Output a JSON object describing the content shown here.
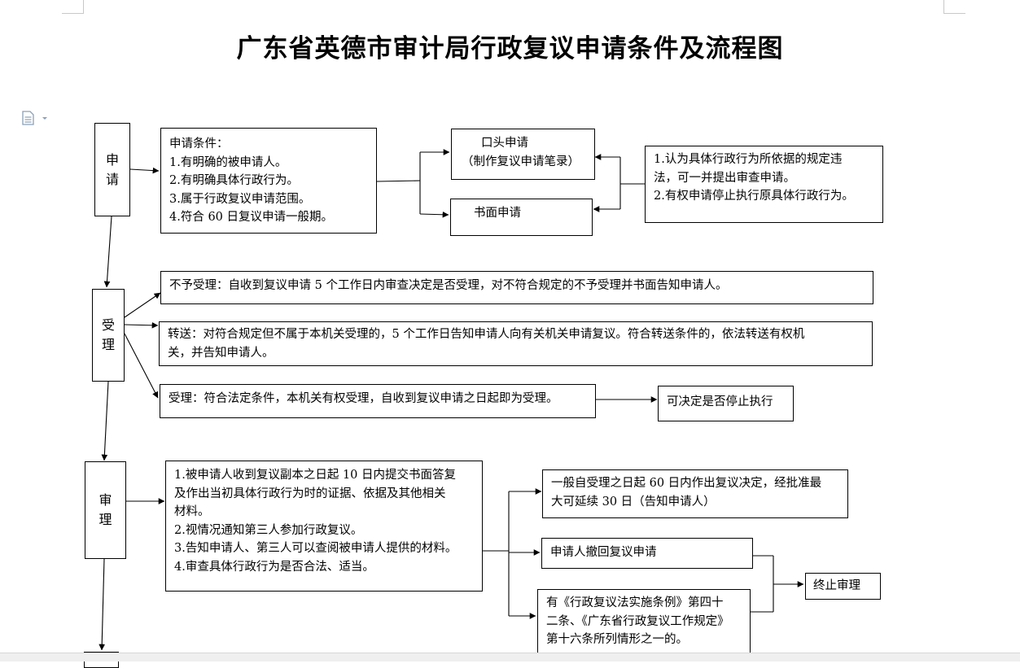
{
  "title": "广东省英德市审计局行政复议申请条件及流程图",
  "stages": {
    "apply": [
      "申",
      "请"
    ],
    "accept": [
      "受",
      "理"
    ],
    "review": [
      "审",
      "理"
    ]
  },
  "apply_conditions": {
    "heading": "申请条件：",
    "items": [
      "1.有明确的被申请人。",
      "2.有明确具体行政行为。",
      "3.属于行政复议申请范围。",
      "4.符合 60 日复议申请一般期。"
    ]
  },
  "oral_apply": [
    "口头申请",
    "（制作复议申请笔录）"
  ],
  "written_apply": "书面申请",
  "apply_notes": [
    "1.认为具体行政行为所依据的规定违",
    "法，可一并提出审查申请。",
    "2.有权申请停止执行原具体行政行为。"
  ],
  "reject": "不予受理：自收到复议申请 5 个工作日内审查决定是否受理，对不符合规定的不予受理并书面告知申请人。",
  "transfer": [
    "转送：对符合规定但不属于本机关受理的，5 个工作日告知申请人向有关机关申请复议。符合转送条件的，依法转送有权机",
    "关，并告知申请人。"
  ],
  "accept_text": "受理：符合法定条件，本机关有权受理，自收到复议申请之日起即为受理。",
  "suspend": "可决定是否停止执行",
  "review_steps": [
    "1.被申请人收到复议副本之日起 10 日内提交书面答复",
    "及作出当初具体行政行为时的证据、依据及其他相关",
    "材料。",
    "2.视情况通知第三人参加行政复议。",
    "3.告知申请人、第三人可以查阅被申请人提供的材料。",
    "4.审查具体行政行为是否合法、适当。"
  ],
  "decision": [
    "一般自受理之日起 60 日内作出复议决定，经批准最",
    "大可延续 30 日（告知申请人）"
  ],
  "withdraw": "申请人撤回复议申请",
  "other_cases": [
    "有《行政复议法实施条例》第四十",
    "二条、《广东省行政复议工作规定》",
    "第十六条所列情形之一的。"
  ],
  "terminate": "终止审理"
}
